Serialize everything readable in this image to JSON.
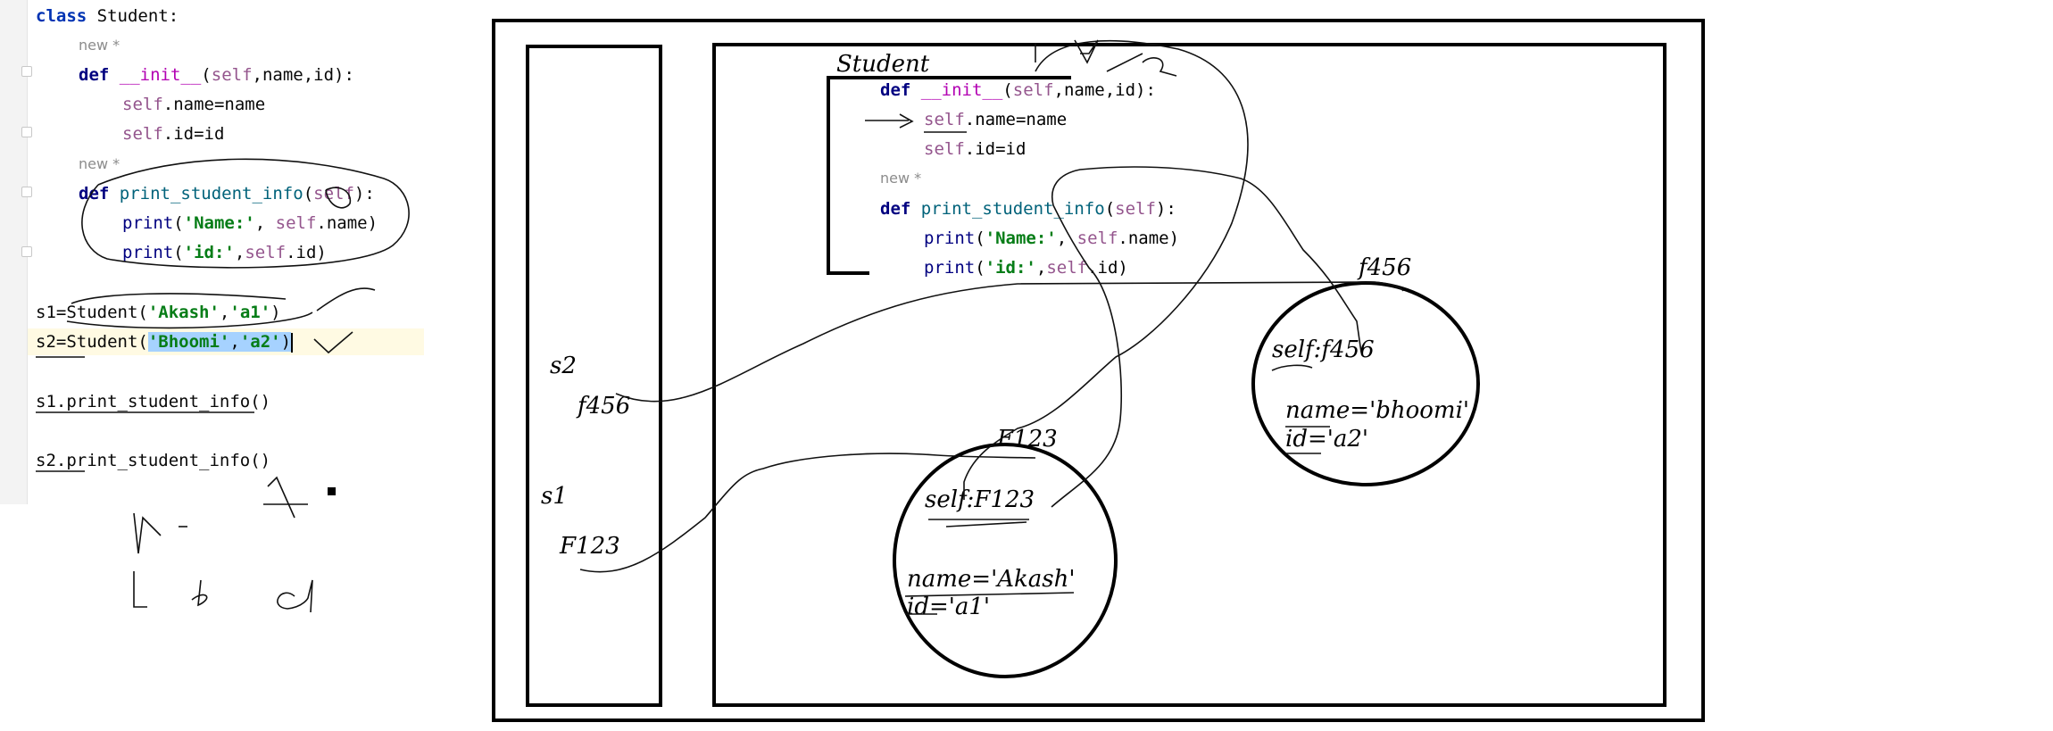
{
  "editor": {
    "hints": [
      "new *",
      "new *"
    ],
    "lines": {
      "l1": {
        "kw": "class",
        "name": " Student:"
      },
      "l2": {
        "kw": "def",
        "fn": "__init__",
        "rest1": "(",
        "self": "self",
        "rest2": ",name,id):"
      },
      "l3": {
        "self": "self",
        "rest": ".name=name"
      },
      "l4": {
        "self": "self",
        "rest": ".id=id"
      },
      "l5": {
        "kw": "def",
        "fn": "print_student_info",
        "rest1": "(",
        "self": "self",
        "rest2": "):"
      },
      "l6": {
        "fn": "print",
        "p1": "(",
        "str": "'Name:'",
        "p2": ", ",
        "self": "self",
        "p3": ".name)"
      },
      "l7": {
        "fn": "print",
        "p1": "(",
        "str": "'id:'",
        "p2": ",",
        "self": "self",
        "p3": ".id)"
      },
      "l8": {
        "pre": "s1=Student(",
        "s1": "'Akash'",
        "c": ",",
        "s2": "'a1'",
        "post": ")"
      },
      "l9": {
        "pre": "s2=Student(",
        "s1": "'Bhoomi'",
        "c": ",",
        "s2": "'a2'",
        "post": ")"
      },
      "l10": {
        "text": "s1.print_student_info()"
      },
      "l11": {
        "text": "s2.print_student_info()"
      }
    }
  },
  "diagram": {
    "stack": {
      "s2": "s2",
      "s2_ref": "f456",
      "s1": "s1",
      "s1_ref": "F123"
    },
    "heap": {
      "class_name": "Student",
      "hint": "new *",
      "code": {
        "def_kw": "def",
        "init_fn": "__init__",
        "init_args_pre": "(",
        "init_self": "self",
        "init_args_post": ",name,id):",
        "self1": "self",
        "line_name": ".name=name",
        "self2": "self",
        "line_id": ".id=id",
        "def_kw2": "def",
        "print_fn": "print_student_info",
        "print_args_pre": "(",
        "print_self": "self",
        "print_args_post": "):",
        "print1": "print",
        "str1": "'Name:'",
        "mid1": ", ",
        "self3": "self",
        "end1": ".name)",
        "print2": "print",
        "str2": "'id:'",
        "mid2": ",",
        "self4": "self",
        "end2": ".id)"
      },
      "obj1": {
        "addr": "F123",
        "self_label": "self:F123",
        "name": "name='Akash'",
        "id": "id='a1'"
      },
      "obj2": {
        "addr": "f456",
        "self_label": "self:f456",
        "name": "name='bhoomi'",
        "id": "id='a2'"
      }
    }
  }
}
